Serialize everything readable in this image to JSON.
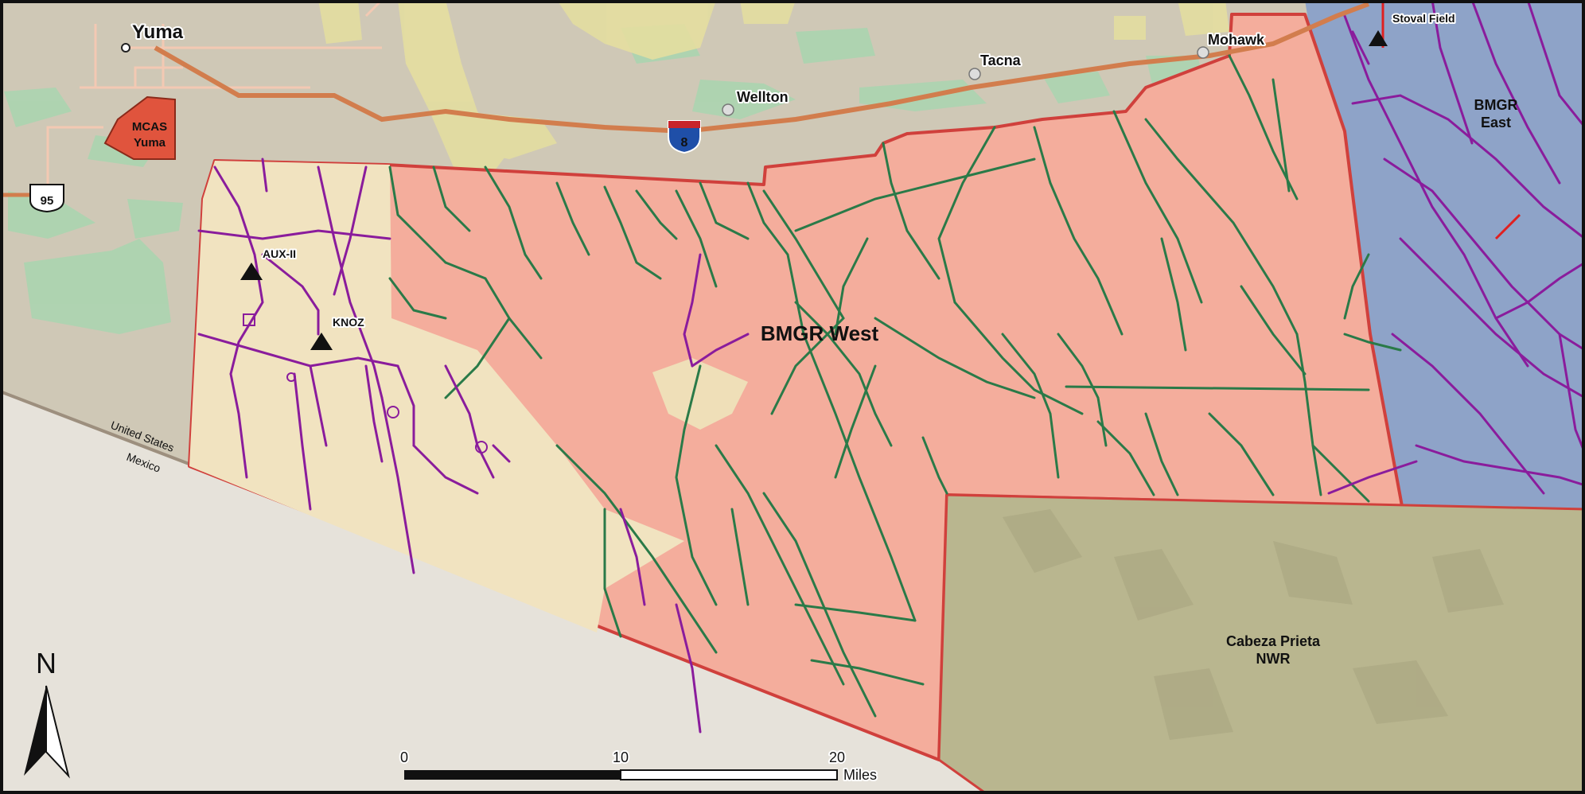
{
  "places": {
    "yuma": "Yuma",
    "wellton": "Wellton",
    "tacna": "Tacna",
    "mohawk": "Mohawk",
    "stoval": "Stoval Field",
    "aux2": "AUX-II",
    "knoz": "KNOZ"
  },
  "areas": {
    "mcas_line1": "MCAS",
    "mcas_line2": "Yuma",
    "bmgr_west": "BMGR West",
    "bmgr_east_line1": "BMGR",
    "bmgr_east_line2": "East",
    "cabeza_line1": "Cabeza Prieta",
    "cabeza_line2": "NWR"
  },
  "border": {
    "us": "United States",
    "mexico": "Mexico"
  },
  "highways": {
    "interstate": "8",
    "us_route": "95"
  },
  "north_arrow": "N",
  "scale_bar": {
    "ticks": [
      "0",
      "10",
      "20"
    ],
    "unit": "Miles"
  },
  "colors": {
    "background": "#cfc8b6",
    "bmgr_west": "#f4ad9c",
    "bmgr_west_outline": "#d0403c",
    "military_west": "#f1e3c0",
    "bmgr_east": "#8ea3c8",
    "cabeza_prieta": "#b9b68f",
    "mexico": "#e6e2da",
    "green_parcels": "#a9d5b0",
    "yellow_parcels": "#e4dea0",
    "green_roads": "#2a7a48",
    "purple_roads": "#8a1c9c",
    "highway": "#d27d4d",
    "mcas": "#e0543d"
  }
}
